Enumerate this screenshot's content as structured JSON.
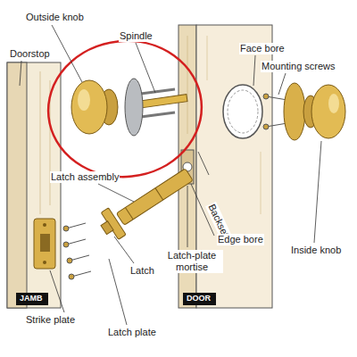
{
  "diagram": {
    "nodes": [
      {
        "text": [
          "JAMB"
        ]
      },
      {
        "text": [
          "DOOR"
        ]
      }
    ],
    "edges": [],
    "labels": [
      "Outside knob",
      "Spindle",
      "Doorstop",
      "Face bore",
      "Mounting screws",
      "Latch assembly",
      "Backset",
      "Edge bore",
      "Latch-plate mortise",
      "Inside knob",
      "Latch",
      "Strike plate",
      "Latch plate"
    ]
  }
}
